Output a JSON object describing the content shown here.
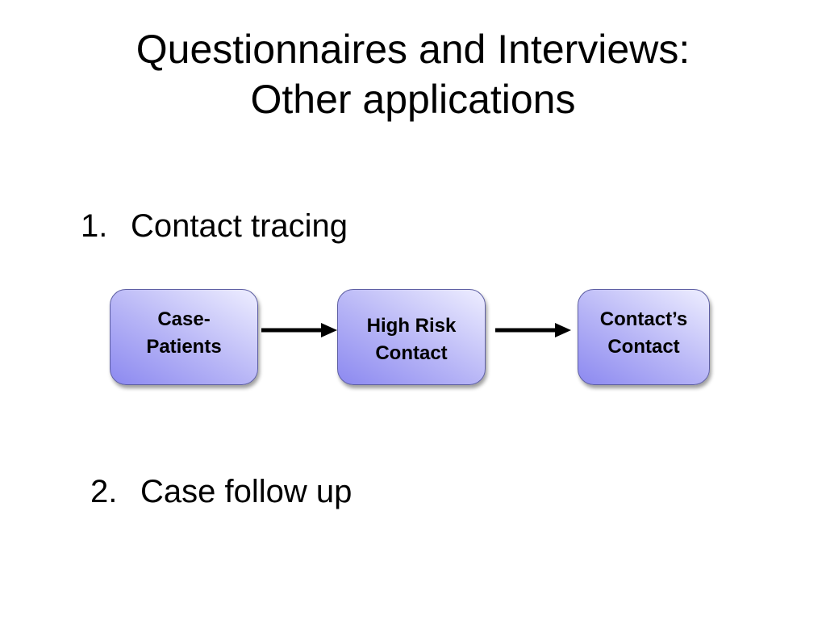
{
  "slide": {
    "title_lines": [
      "Questionnaires and Interviews:",
      "Other applications"
    ],
    "items": [
      {
        "number": "1.",
        "text": "Contact tracing"
      },
      {
        "number": "2.",
        "text": "Case follow up"
      }
    ]
  },
  "flow": {
    "nodes": [
      {
        "label": "Case-\nPatients"
      },
      {
        "label": "High Risk\nContact"
      },
      {
        "label": "Contact’s\nContact"
      }
    ],
    "edges": [
      {
        "from": "Case-\nPatients",
        "to": "High Risk\nContact"
      },
      {
        "from": "High Risk\nContact",
        "to": "Contact’s\nContact"
      }
    ]
  },
  "colors": {
    "node_fill_dark": "#8c89f0",
    "node_fill_light": "#eeeeff",
    "node_border": "#5e5fa3",
    "arrow": "#000000"
  },
  "icons": {
    "edge_marker": "arrow-right-icon"
  }
}
